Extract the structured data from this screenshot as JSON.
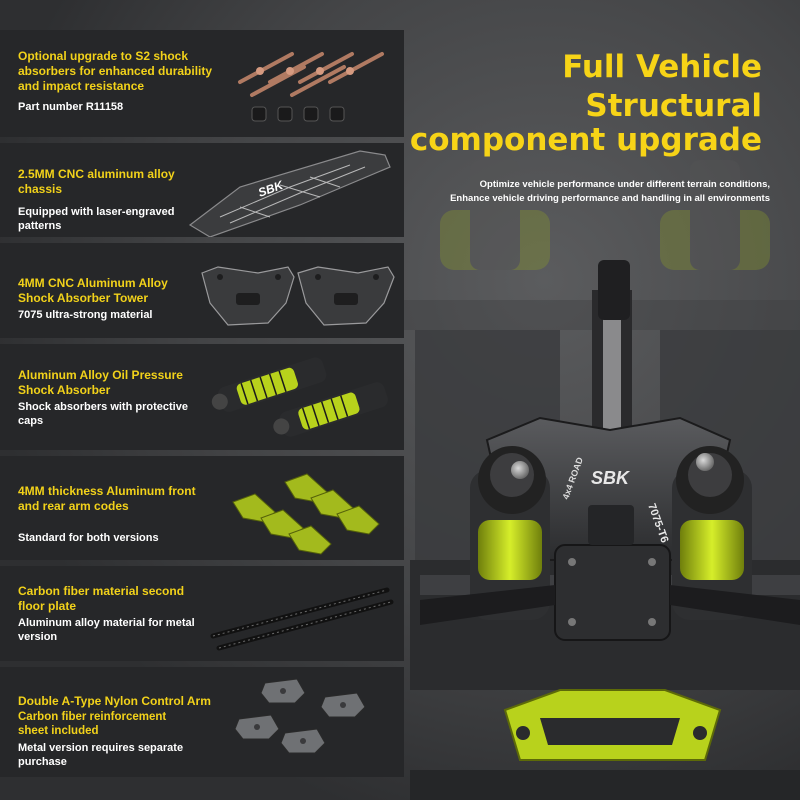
{
  "headline": {
    "line1": "Full Vehicle",
    "line2": "Structural",
    "line3": "component upgrade",
    "subtitle_line1": "Optimize vehicle performance under different terrain conditions,",
    "subtitle_line2": "Enhance vehicle driving performance and handling in all environments"
  },
  "features": [
    {
      "title": "Optional upgrade to S2 shock absorbers for enhanced durability and impact resistance",
      "desc": "Part number R11158",
      "icon": "shock-shaft-set-icon"
    },
    {
      "title": "2.5MM CNC aluminum alloy chassis",
      "desc": "Equipped with laser-engraved patterns",
      "icon": "chassis-plate-icon"
    },
    {
      "title": "4MM CNC Aluminum Alloy Shock Absorber Tower",
      "desc": "7075 ultra-strong material",
      "icon": "shock-tower-icon"
    },
    {
      "title": "Aluminum Alloy Oil Pressure Shock Absorber",
      "desc": "Shock absorbers with protective caps",
      "icon": "oil-shock-icon"
    },
    {
      "title": "4MM thickness Aluminum front and rear arm codes",
      "desc": "Standard for both versions",
      "icon": "arm-code-icon"
    },
    {
      "title": "Carbon fiber material second floor plate",
      "desc": "Aluminum alloy material for metal version",
      "icon": "carbon-plate-icon"
    },
    {
      "title": "Double A-Type Nylon Control Arm",
      "desc": "Carbon fiber reinforcement sheet included",
      "desc2": "Metal version requires separate purchase",
      "icon": "control-arm-icon"
    }
  ],
  "product_markings": {
    "tower_brand": "SBK",
    "tower_material": "7075-T6",
    "tower_text": "4x4 ROAD",
    "chassis_brand": "SBK"
  },
  "colors": {
    "accent_yellow": "#f2d21a",
    "panel_dark": "#262729",
    "lime_green": "#b8d21c"
  }
}
